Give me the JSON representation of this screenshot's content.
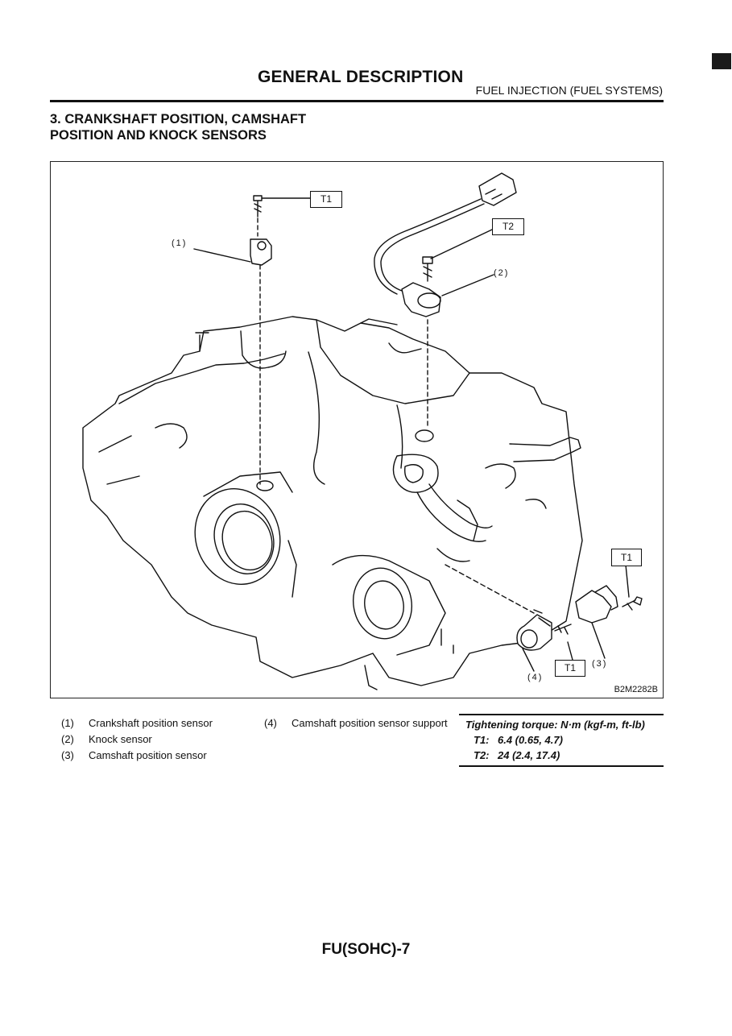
{
  "header": {
    "title": "GENERAL DESCRIPTION",
    "section": "FUEL INJECTION (FUEL SYSTEMS)"
  },
  "section_title": {
    "line1": "3. CRANKSHAFT POSITION, CAMSHAFT",
    "line2": "POSITION AND KNOCK SENSORS"
  },
  "figure": {
    "code": "B2M2282B",
    "callouts": {
      "c1": "(1)",
      "c2": "(2)",
      "c3": "(3)",
      "c4": "(4)"
    },
    "torque_boxes": {
      "top": "T1",
      "knock": "T2",
      "cam": "T1",
      "support": "T1"
    }
  },
  "legend": {
    "items": [
      {
        "num": "(1)",
        "label": "Crankshaft position sensor"
      },
      {
        "num": "(2)",
        "label": "Knock sensor"
      },
      {
        "num": "(3)",
        "label": "Camshaft position sensor"
      },
      {
        "num": "(4)",
        "label": "Camshaft position sensor support"
      }
    ]
  },
  "torque": {
    "heading": "Tightening torque: N·m (kgf-m, ft-lb)",
    "rows": [
      {
        "label": "T1:",
        "value": "6.4 (0.65, 4.7)"
      },
      {
        "label": "T2:",
        "value": "24 (2.4, 17.4)"
      }
    ]
  },
  "footer": {
    "page": "FU(SOHC)-7"
  }
}
